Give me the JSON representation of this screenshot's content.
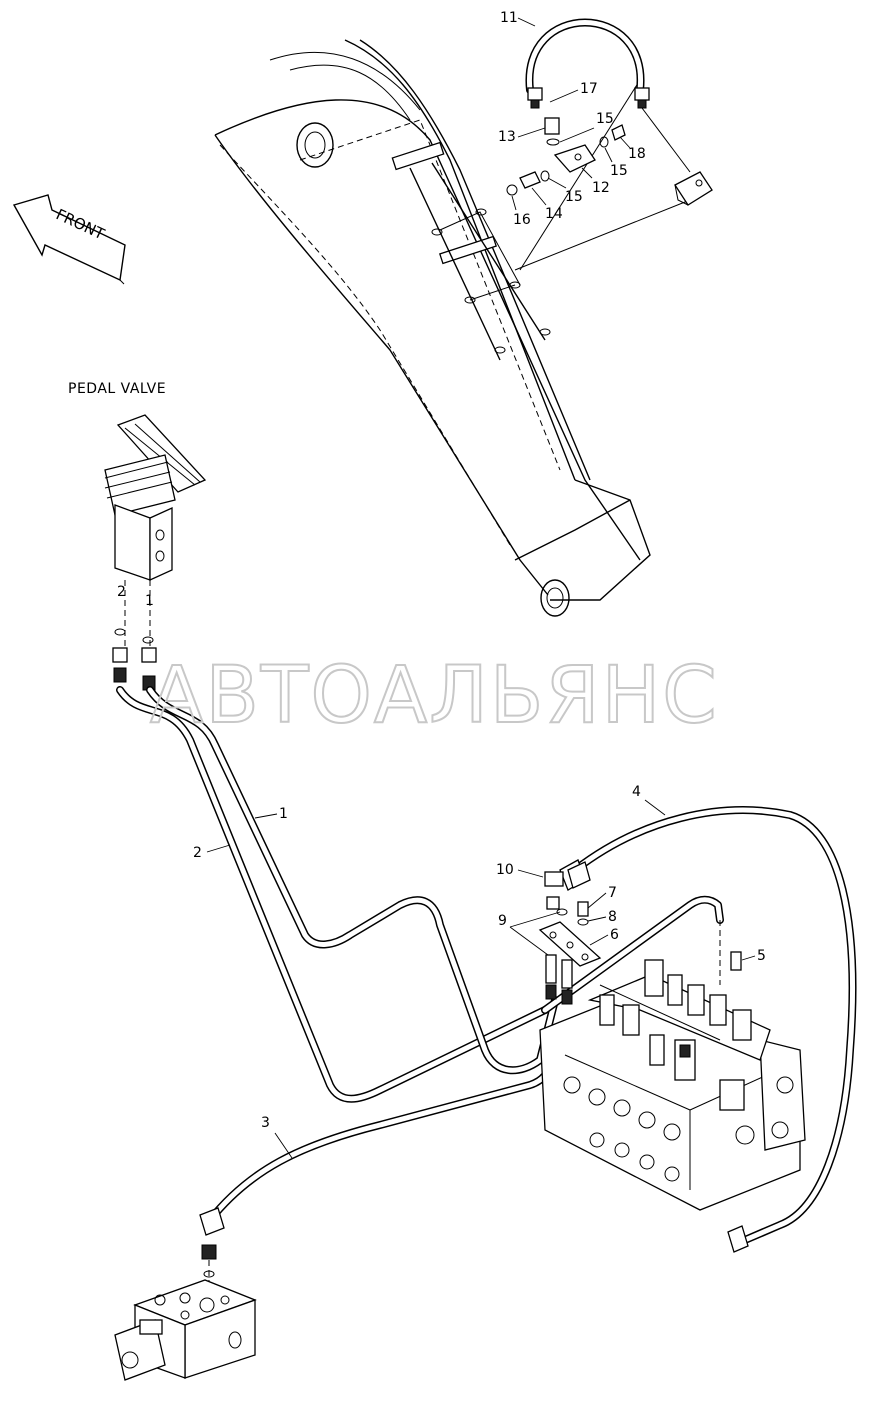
{
  "title": "PEDAL VALVE",
  "direction_label": "FRONT",
  "watermark": "АВТОАЛЬЯНС",
  "callouts": {
    "c1a": "1",
    "c1b": "1",
    "c2a": "2",
    "c2b": "2",
    "c3": "3",
    "c4": "4",
    "c5": "5",
    "c6": "6",
    "c7": "7",
    "c8": "8",
    "c9": "9",
    "c10": "10",
    "c11": "11",
    "c12": "12",
    "c13": "13",
    "c14": "14",
    "c15a": "15",
    "c15b": "15",
    "c15c": "15",
    "c16": "16",
    "c17": "17",
    "c18": "18"
  }
}
